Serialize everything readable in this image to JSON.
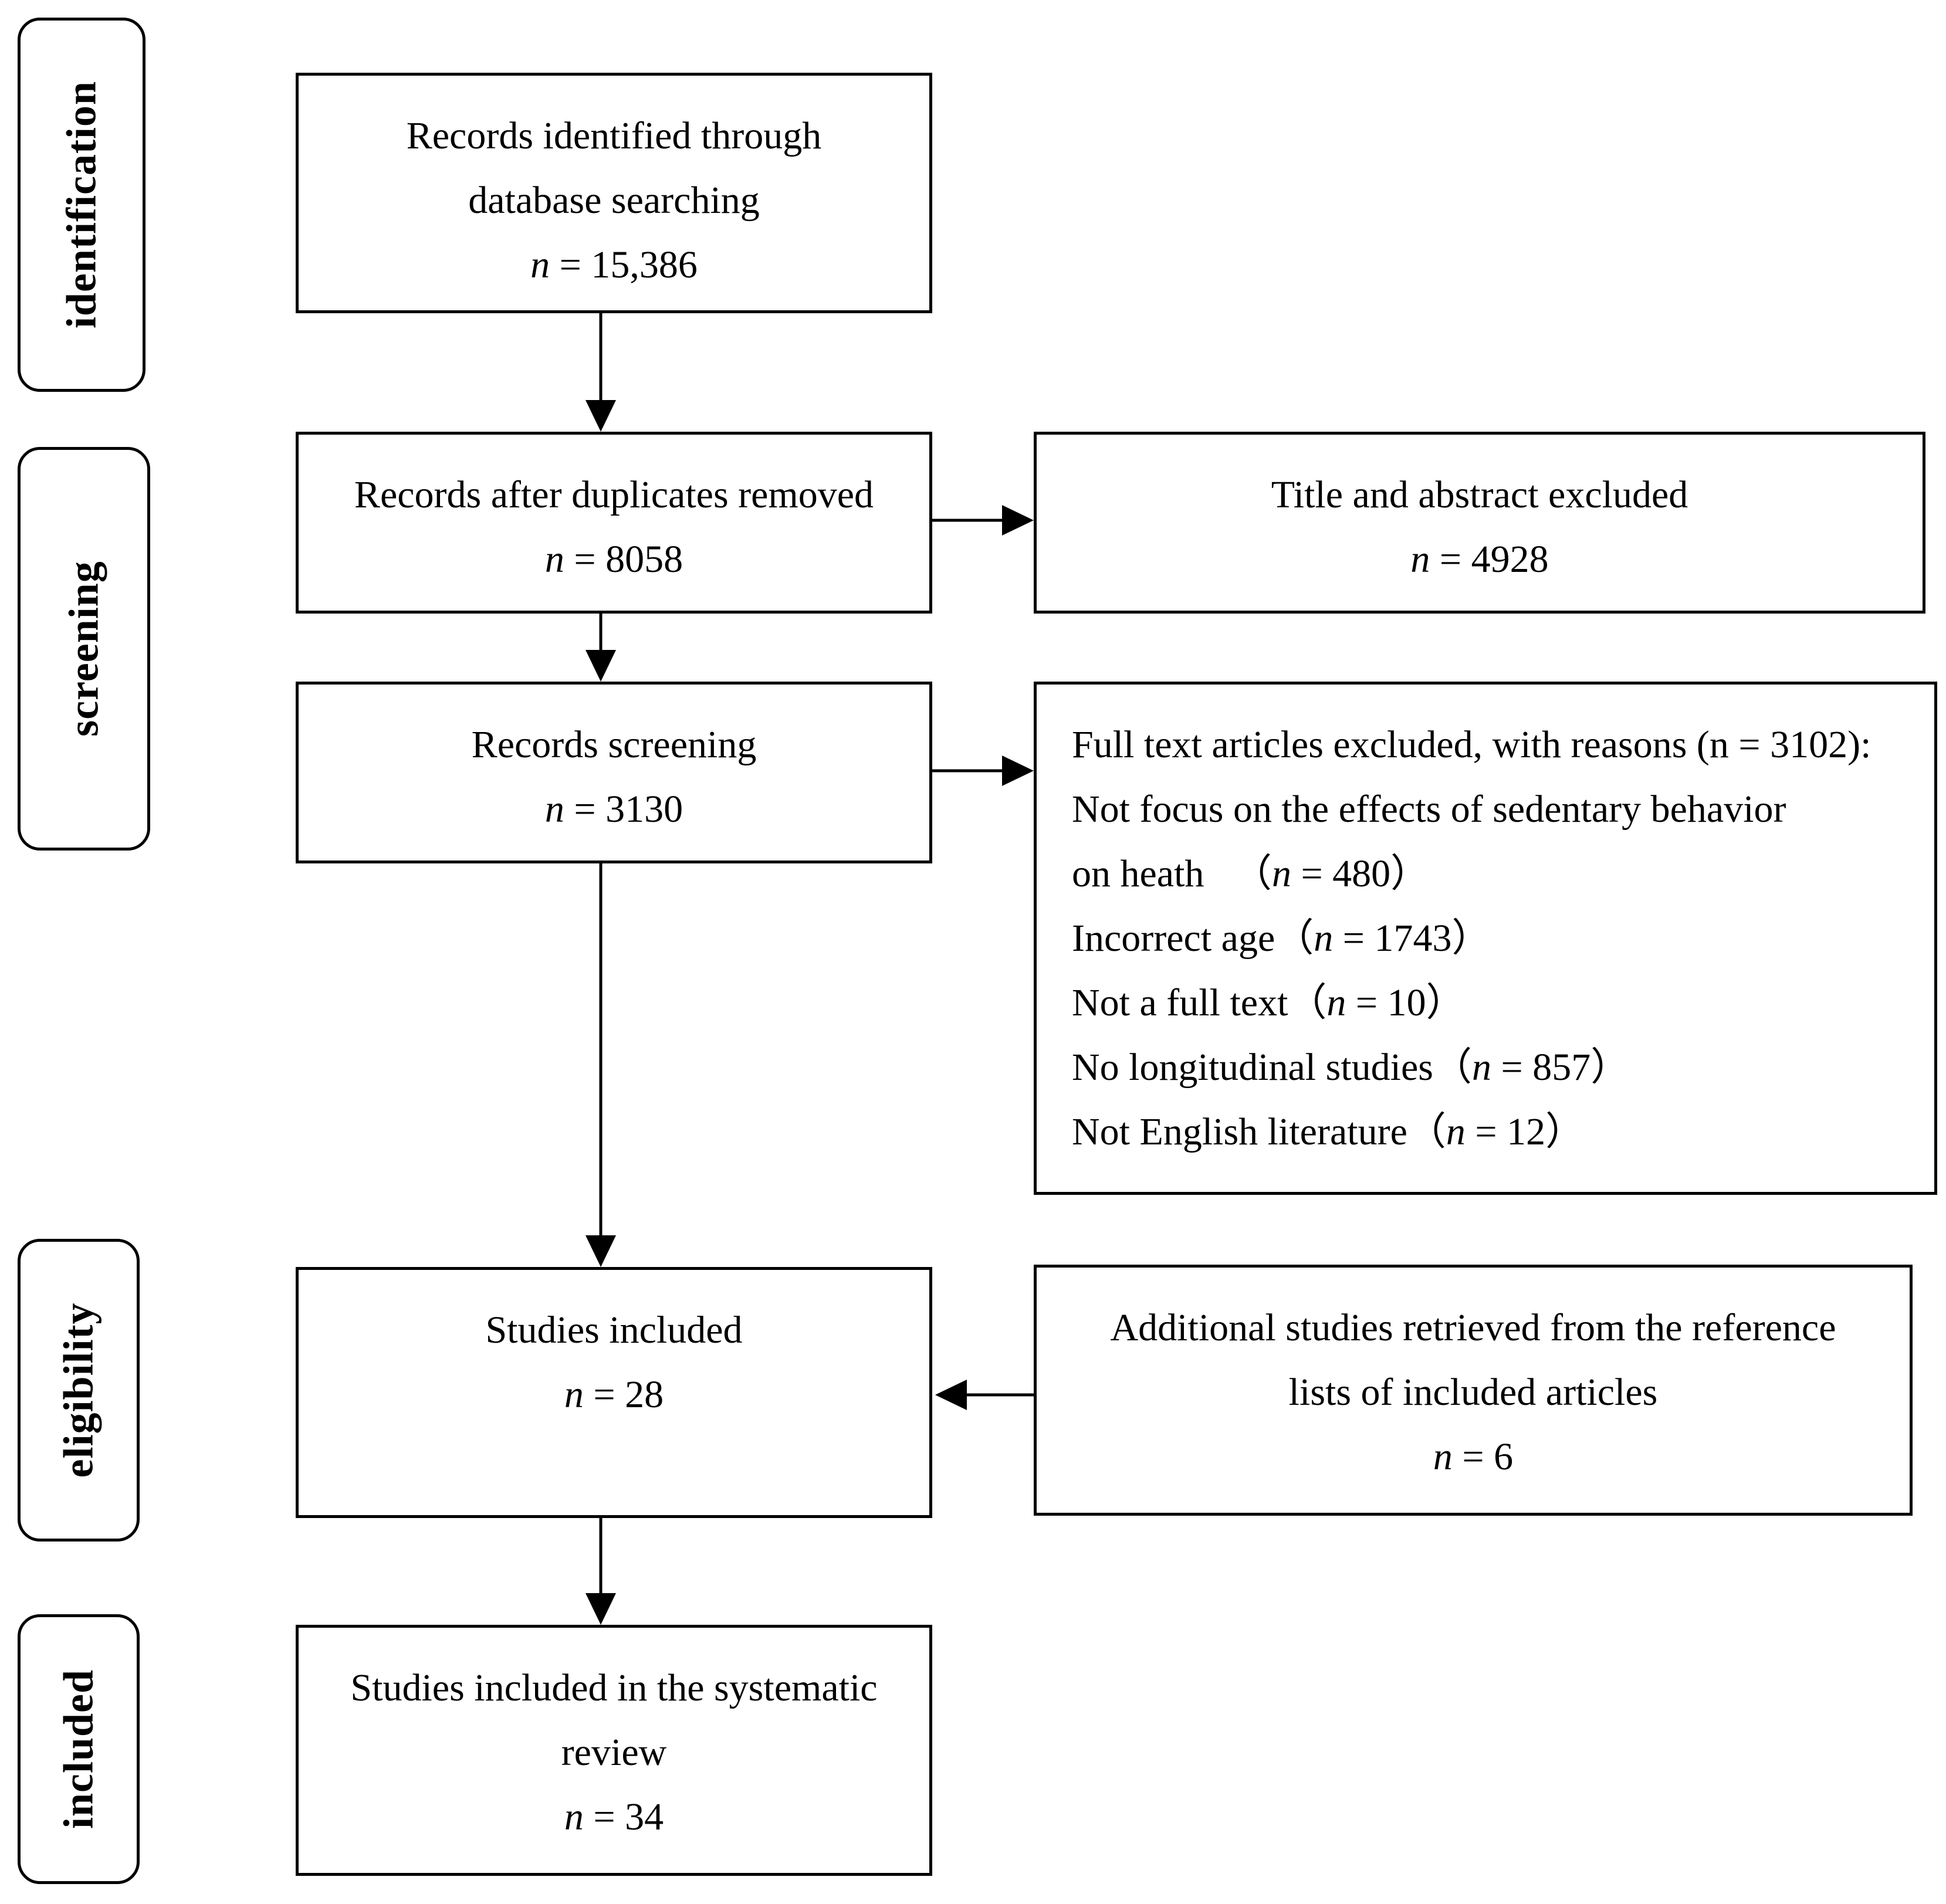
{
  "stages": {
    "identification": "identification",
    "screening": "screening",
    "eligibility": "eligibility",
    "included": "included"
  },
  "boxes": {
    "identified": {
      "line1": "Records identified through",
      "line2": "database searching",
      "n_prefix": "n",
      "n_value": " = 15,386"
    },
    "duplicates_removed": {
      "line1": "Records after duplicates removed",
      "n_prefix": "n",
      "n_value": " = 8058"
    },
    "title_abstract_excluded": {
      "line1": "Title and abstract excluded",
      "n_prefix": "n",
      "n_value": " = 4928"
    },
    "records_screening": {
      "line1": "Records screening",
      "n_prefix": "n",
      "n_value": " = 3130"
    },
    "full_text_excluded": {
      "header": "Full text articles excluded, with reasons (n = 3102):",
      "reason1_line1": "Not focus on the effects of sedentary behavior",
      "reason1_line2_text": "on heath 　（",
      "reason1_n_prefix": "n",
      "reason1_n_value": " = 480）",
      "reason2_text": "Incorrect age（",
      "reason2_n_prefix": "n",
      "reason2_n_value": " = 1743）",
      "reason3_text": "Not a full text（",
      "reason3_n_prefix": "n",
      "reason3_n_value": " = 10）",
      "reason4_text": "No longitudinal studies（",
      "reason4_n_prefix": "n",
      "reason4_n_value": " = 857）",
      "reason5_text": "Not English literature（",
      "reason5_n_prefix": "n",
      "reason5_n_value": " = 12）"
    },
    "studies_included": {
      "line1": "Studies included",
      "n_prefix": "n",
      "n_value": " = 28"
    },
    "additional_studies": {
      "line1": "Additional studies retrieved from the reference",
      "line2": "lists of included articles",
      "n_prefix": "n",
      "n_value": " = 6"
    },
    "systematic_review": {
      "line1": "Studies included in the systematic",
      "line2": "review",
      "n_prefix": "n",
      "n_value": " = 34"
    }
  }
}
